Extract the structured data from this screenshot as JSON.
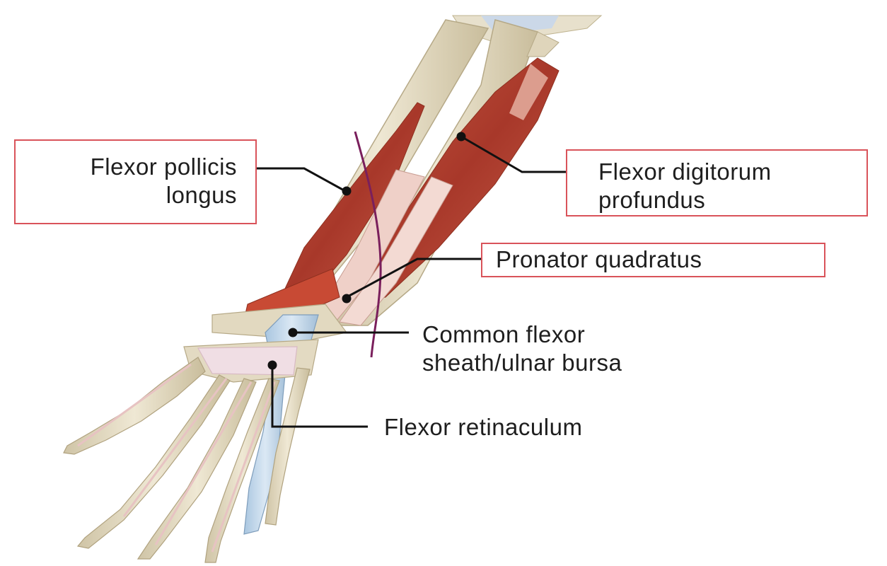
{
  "labels": {
    "fpl_line1": "Flexor pollicis",
    "fpl_line2": "longus",
    "fdp_line1": "Flexor digitorum",
    "fdp_line2": "profundus",
    "pq": "Pronator quadratus",
    "cfs_line1": "Common flexor",
    "cfs_line2": "sheath/ulnar bursa",
    "fr": "Flexor retinaculum"
  },
  "colors": {
    "box_border": "#d9535a",
    "leader_line": "#111111",
    "annotation_stroke": "#7a1f5c",
    "bone": "#e6ddc4",
    "muscle": "#b8442e",
    "tendon": "#f0d3cc",
    "sheath": "#c9dced",
    "retinaculum": "#f1dfe6"
  },
  "icons": [
    "forearm-hand-illustration",
    "freehand-annotation-line"
  ]
}
